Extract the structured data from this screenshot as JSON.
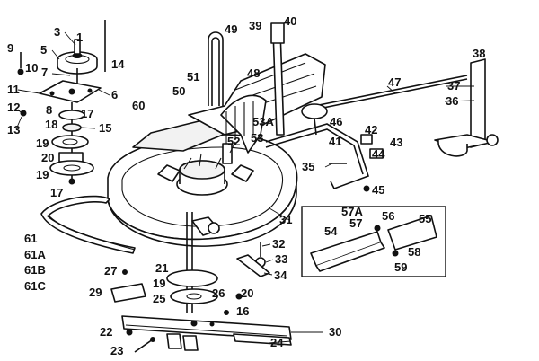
{
  "callouts": [
    "1",
    "3",
    "5",
    "7",
    "8",
    "9",
    "10",
    "11",
    "12",
    "13",
    "14",
    "6",
    "17",
    "15",
    "18",
    "19",
    "20",
    "19",
    "17",
    "60",
    "49",
    "51",
    "50",
    "48",
    "39",
    "40",
    "38",
    "47",
    "37",
    "36",
    "53A",
    "53",
    "52",
    "46",
    "41",
    "42",
    "43",
    "44",
    "35",
    "45",
    "57A",
    "57",
    "56",
    "55",
    "54",
    "58",
    "59",
    "61",
    "61A",
    "61B",
    "61C",
    "31",
    "32",
    "33",
    "34",
    "27",
    "21",
    "29",
    "19",
    "26",
    "20",
    "25",
    "16",
    "30",
    "22",
    "24",
    "23"
  ]
}
